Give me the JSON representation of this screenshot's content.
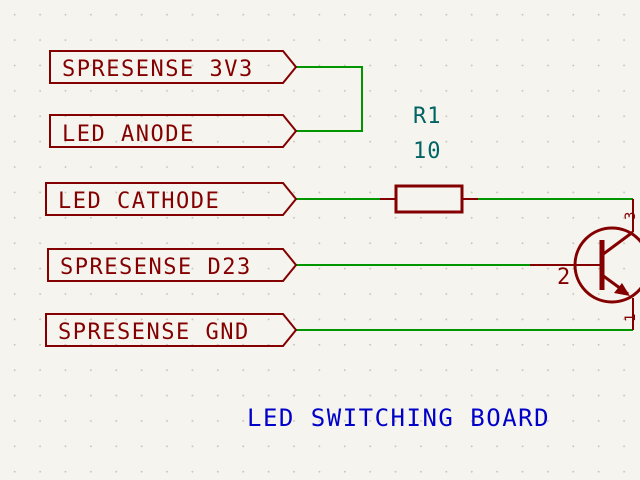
{
  "labels": {
    "spresense_3v3": "SPRESENSE 3V3",
    "led_anode": "LED ANODE",
    "led_cathode": "LED CATHODE",
    "spresense_d23": "SPRESENSE D23",
    "spresense_gnd": "SPRESENSE GND"
  },
  "resistor": {
    "ref": "R1",
    "value": "10"
  },
  "transistor": {
    "base_pin": "2",
    "collector_pin": "3",
    "emitter_pin": "1"
  },
  "title": "LED SWITCHING BOARD",
  "colors": {
    "background": "#f5f4ef",
    "wire": "#009600",
    "symbol": "#840000",
    "reference": "#006464",
    "title": "#0000c8"
  }
}
